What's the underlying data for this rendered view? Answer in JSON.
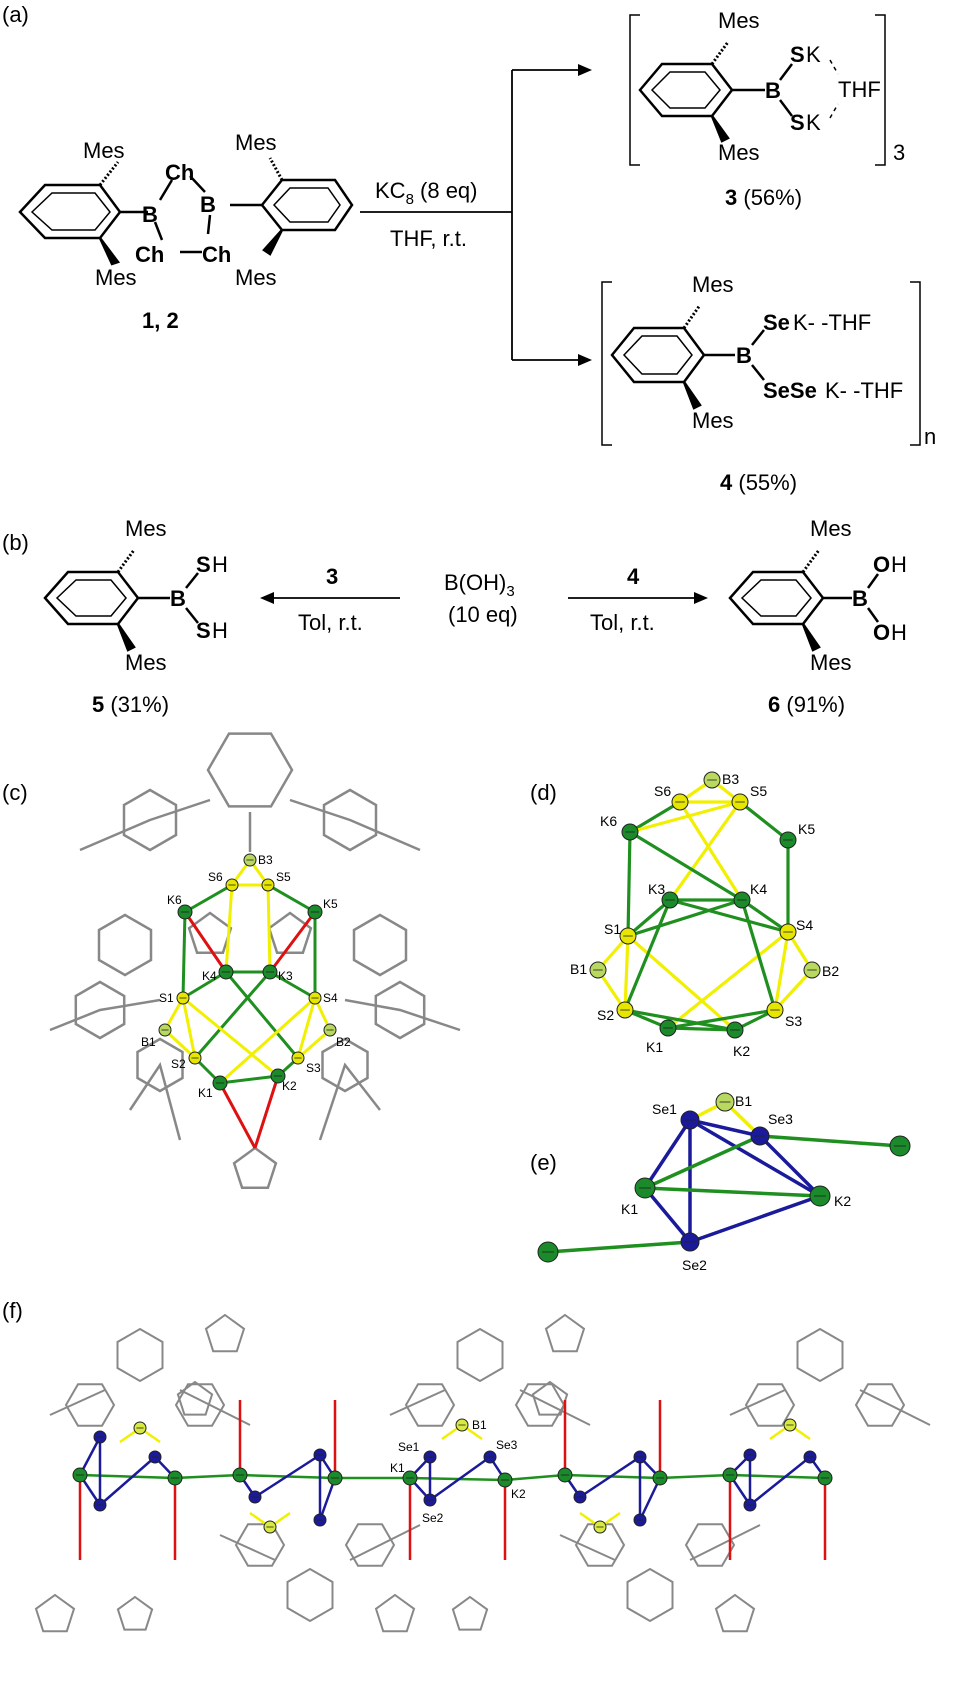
{
  "colors": {
    "boron": "#1f8f3a",
    "sulfur": "#8a8a00",
    "selenium": "#1a3a6e",
    "oxygen": "#e00000",
    "potassium_atom": "#1a8a2a",
    "sulfur_atom": "#e6e600",
    "selenium_atom": "#1a1a9a",
    "bond_k": "#1f8f1f",
    "bond_s": "#f0f000",
    "bond_se": "#1a1a9a",
    "bond_o": "#dd1111",
    "carbon_frame": "#888888"
  },
  "panels": {
    "a": "(a)",
    "b": "(b)",
    "c": "(c)",
    "d": "(d)",
    "e": "(e)",
    "f": "(f)"
  },
  "scheme_a": {
    "reagent": "KC",
    "reagent_sub": "8",
    "reagent_eq": " (8 eq)",
    "conditions": "THF, r.t.",
    "start_label": "1, 2",
    "start": {
      "mes": "Mes",
      "b": "B",
      "ch": "Ch"
    },
    "p3": {
      "mes": "Mes",
      "b": "B",
      "s": "S",
      "k": "K",
      "thf": "THF",
      "multiplier": "3",
      "num": "3",
      "yield": " (56%)"
    },
    "p4": {
      "mes": "Mes",
      "b": "B",
      "se": "Se",
      "sese": "SeSe",
      "k_thf": "K- -THF",
      "multiplier": "n",
      "num": "4",
      "yield": " (55%)"
    }
  },
  "scheme_b": {
    "center": "B(OH)",
    "center_sub": "3",
    "center_eq": "(10 eq)",
    "left_reagent": "3",
    "right_reagent": "4",
    "left_cond": "Tol, r.t.",
    "right_cond": "Tol, r.t.",
    "p5": {
      "mes": "Mes",
      "b": "B",
      "s": "S",
      "h": "H",
      "num": "5",
      "yield": " (31%)"
    },
    "p6": {
      "mes": "Mes",
      "b": "B",
      "o": "O",
      "h": "H",
      "num": "6",
      "yield": " (91%)"
    }
  },
  "panel_c_labels": [
    "B3",
    "S6",
    "S5",
    "K6",
    "K5",
    "K4",
    "K3",
    "S1",
    "S4",
    "B1",
    "B2",
    "S2",
    "S3",
    "K1",
    "K2"
  ],
  "panel_d_labels": [
    "B3",
    "S6",
    "S5",
    "K6",
    "K5",
    "K3",
    "K4",
    "S1",
    "S4",
    "B1",
    "B2",
    "S2",
    "S3",
    "K1",
    "K2"
  ],
  "panel_e_labels": [
    "B1",
    "Se1",
    "Se3",
    "K1",
    "K2",
    "Se2"
  ],
  "panel_f_labels": [
    "Se1",
    "B1",
    "Se3",
    "K1",
    "Se2",
    "K2"
  ]
}
